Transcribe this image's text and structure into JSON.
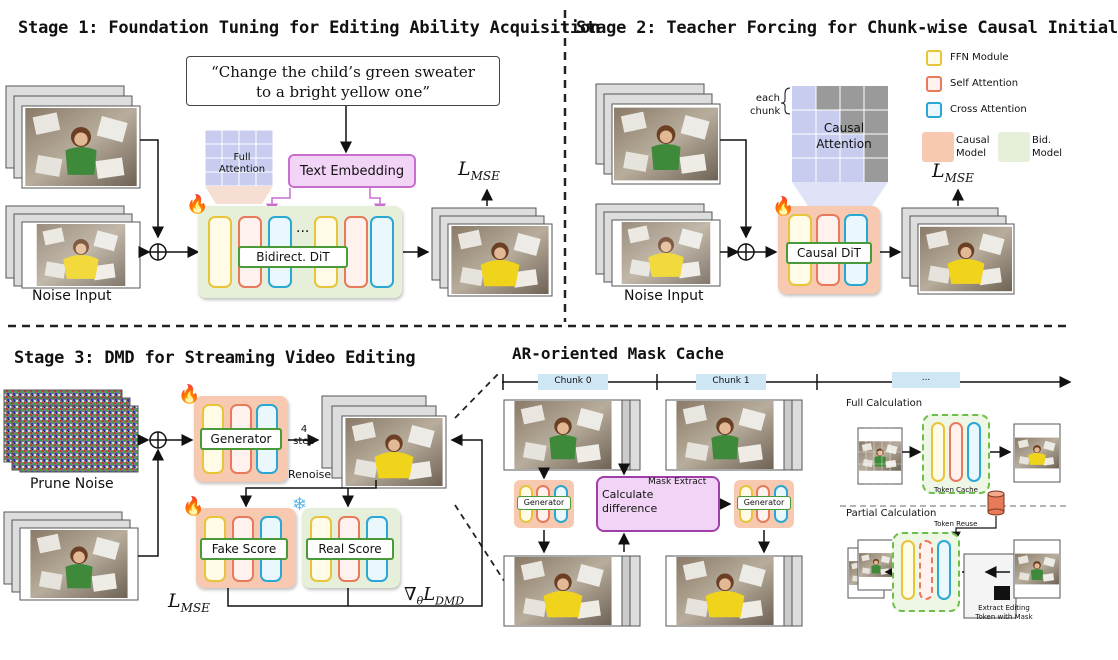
{
  "stage1": {
    "title": "Stage 1: Foundation Tuning for Editing Ability Acquisition",
    "prompt_line1": "“Change the child’s green sweater",
    "prompt_line2": "to a bright yellow one”",
    "text_embedding": "Text Embedding",
    "full_attention_line1": "Full",
    "full_attention_line2": "Attention",
    "ellipsis": "...",
    "dit_label": "Bidirect. DiT",
    "loss": "L",
    "loss_sub": "MSE",
    "noise_input": "Noise Input"
  },
  "stage2": {
    "title": "Stage 2: Teacher Forcing for Chunk-wise Causal Initial",
    "each_chunk_line1": "each",
    "each_chunk_line2": "chunk",
    "causal_attention_line1": "Causal",
    "causal_attention_line2": "Attention",
    "dit_label": "Causal DiT",
    "loss": "L",
    "loss_sub": "MSE",
    "noise_input": "Noise Input"
  },
  "legend": {
    "ffn": "FFN Module",
    "self_attention": "Self Attention",
    "cross_attention": "Cross Attention",
    "causal_model_line1": "Causal",
    "causal_model_line2": "Model",
    "bid_model_line1": "Bid.",
    "bid_model_line2": "Model"
  },
  "stage3": {
    "title": "Stage 3: DMD for Streaming Video Editing",
    "prune_noise": "Prune Noise",
    "generator": "Generator",
    "steps_line1": "4",
    "steps_line2": "step",
    "renoise": "Renoise",
    "fake_score": "Fake Score",
    "real_score": "Real Score",
    "loss_mse": "L",
    "loss_mse_sub": "MSE",
    "loss_dmd": "∇",
    "loss_dmd_theta": "θ",
    "loss_dmd_l": "L",
    "loss_dmd_sub": "DMD"
  },
  "mask_cache": {
    "title": "AR-oriented Mask Cache",
    "chunk0": "Chunk 0",
    "chunk1": "Chunk 1",
    "chunk_more": "...",
    "generator": "Generator",
    "calc_line1": "Calculate",
    "calc_line2": "difference",
    "mask_extract": "Mask Extract",
    "full_calc": "Full Calculation",
    "token_cache": "Token Cache",
    "partial_calc": "Partial Calculation",
    "token_reuse": "Token Reuse",
    "extract_line1": "Extract Editing",
    "extract_line2": "Token with Mask"
  },
  "colors": {
    "ffn": "#e8c43a",
    "self_attention": "#e87a5c",
    "cross_attention": "#2aa7d4",
    "causal_bg": "#f6c9b0",
    "bid_bg": "#e5efd9",
    "text_embedding": "#c96fd0",
    "mask_panel": "#fbe0d0"
  }
}
